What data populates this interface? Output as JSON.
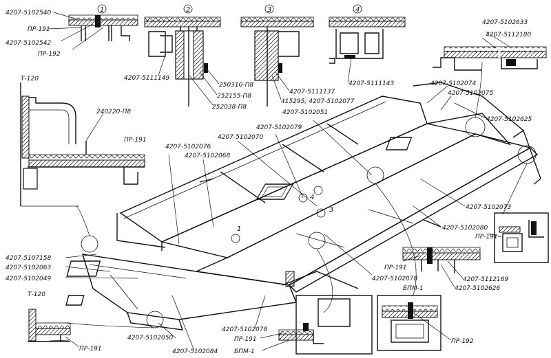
{
  "detail_markers": [
    "1",
    "2",
    "3",
    "4"
  ],
  "floor_markers": [
    "1",
    "4",
    "3"
  ],
  "labels": {
    "l01": "4207-5102540",
    "l02": "ПР-191",
    "l03": "4207-5102542",
    "l04": "ПР-192",
    "l05": "4207-5111149",
    "l06": "250310-П8",
    "l07": "252155-П8",
    "l08": "252038-П8",
    "l09": "4207-5111137",
    "l10": "415295; 4207-5102077",
    "l11": "4207-5111143",
    "l12": "4207-5102633",
    "l13": "4207-5112180",
    "l14": "Т-120",
    "l15": "240220-П8",
    "l16": "ПР-191",
    "l17": "4207-5102051",
    "l18": "4207-5102079",
    "l19": "4207-5102070",
    "l20": "4207-5102076",
    "l21": "4207-5102068",
    "l22": "4207-5102074",
    "l23": "4207-5102075",
    "l24": "4207-5102625",
    "l25": "4207-5102073",
    "l26": "4207-5102080",
    "l27": "ПР-191",
    "l28": "4207-5107158",
    "l29": "4207-5102063",
    "l30": "4207-5102049",
    "l31": "ПР-191",
    "l32": "4207-5102078",
    "l33": "4207-5112169",
    "l34": "4207-5102626",
    "l35": "БПМ-1",
    "l36": "Т-120",
    "l37": "4207-5102050",
    "l38": "4207-5102078",
    "l39": "ПР-191",
    "l40": "БПМ-1",
    "l41": "4207-5102084",
    "l42": "ПР-191",
    "l43": "ПР-192"
  }
}
